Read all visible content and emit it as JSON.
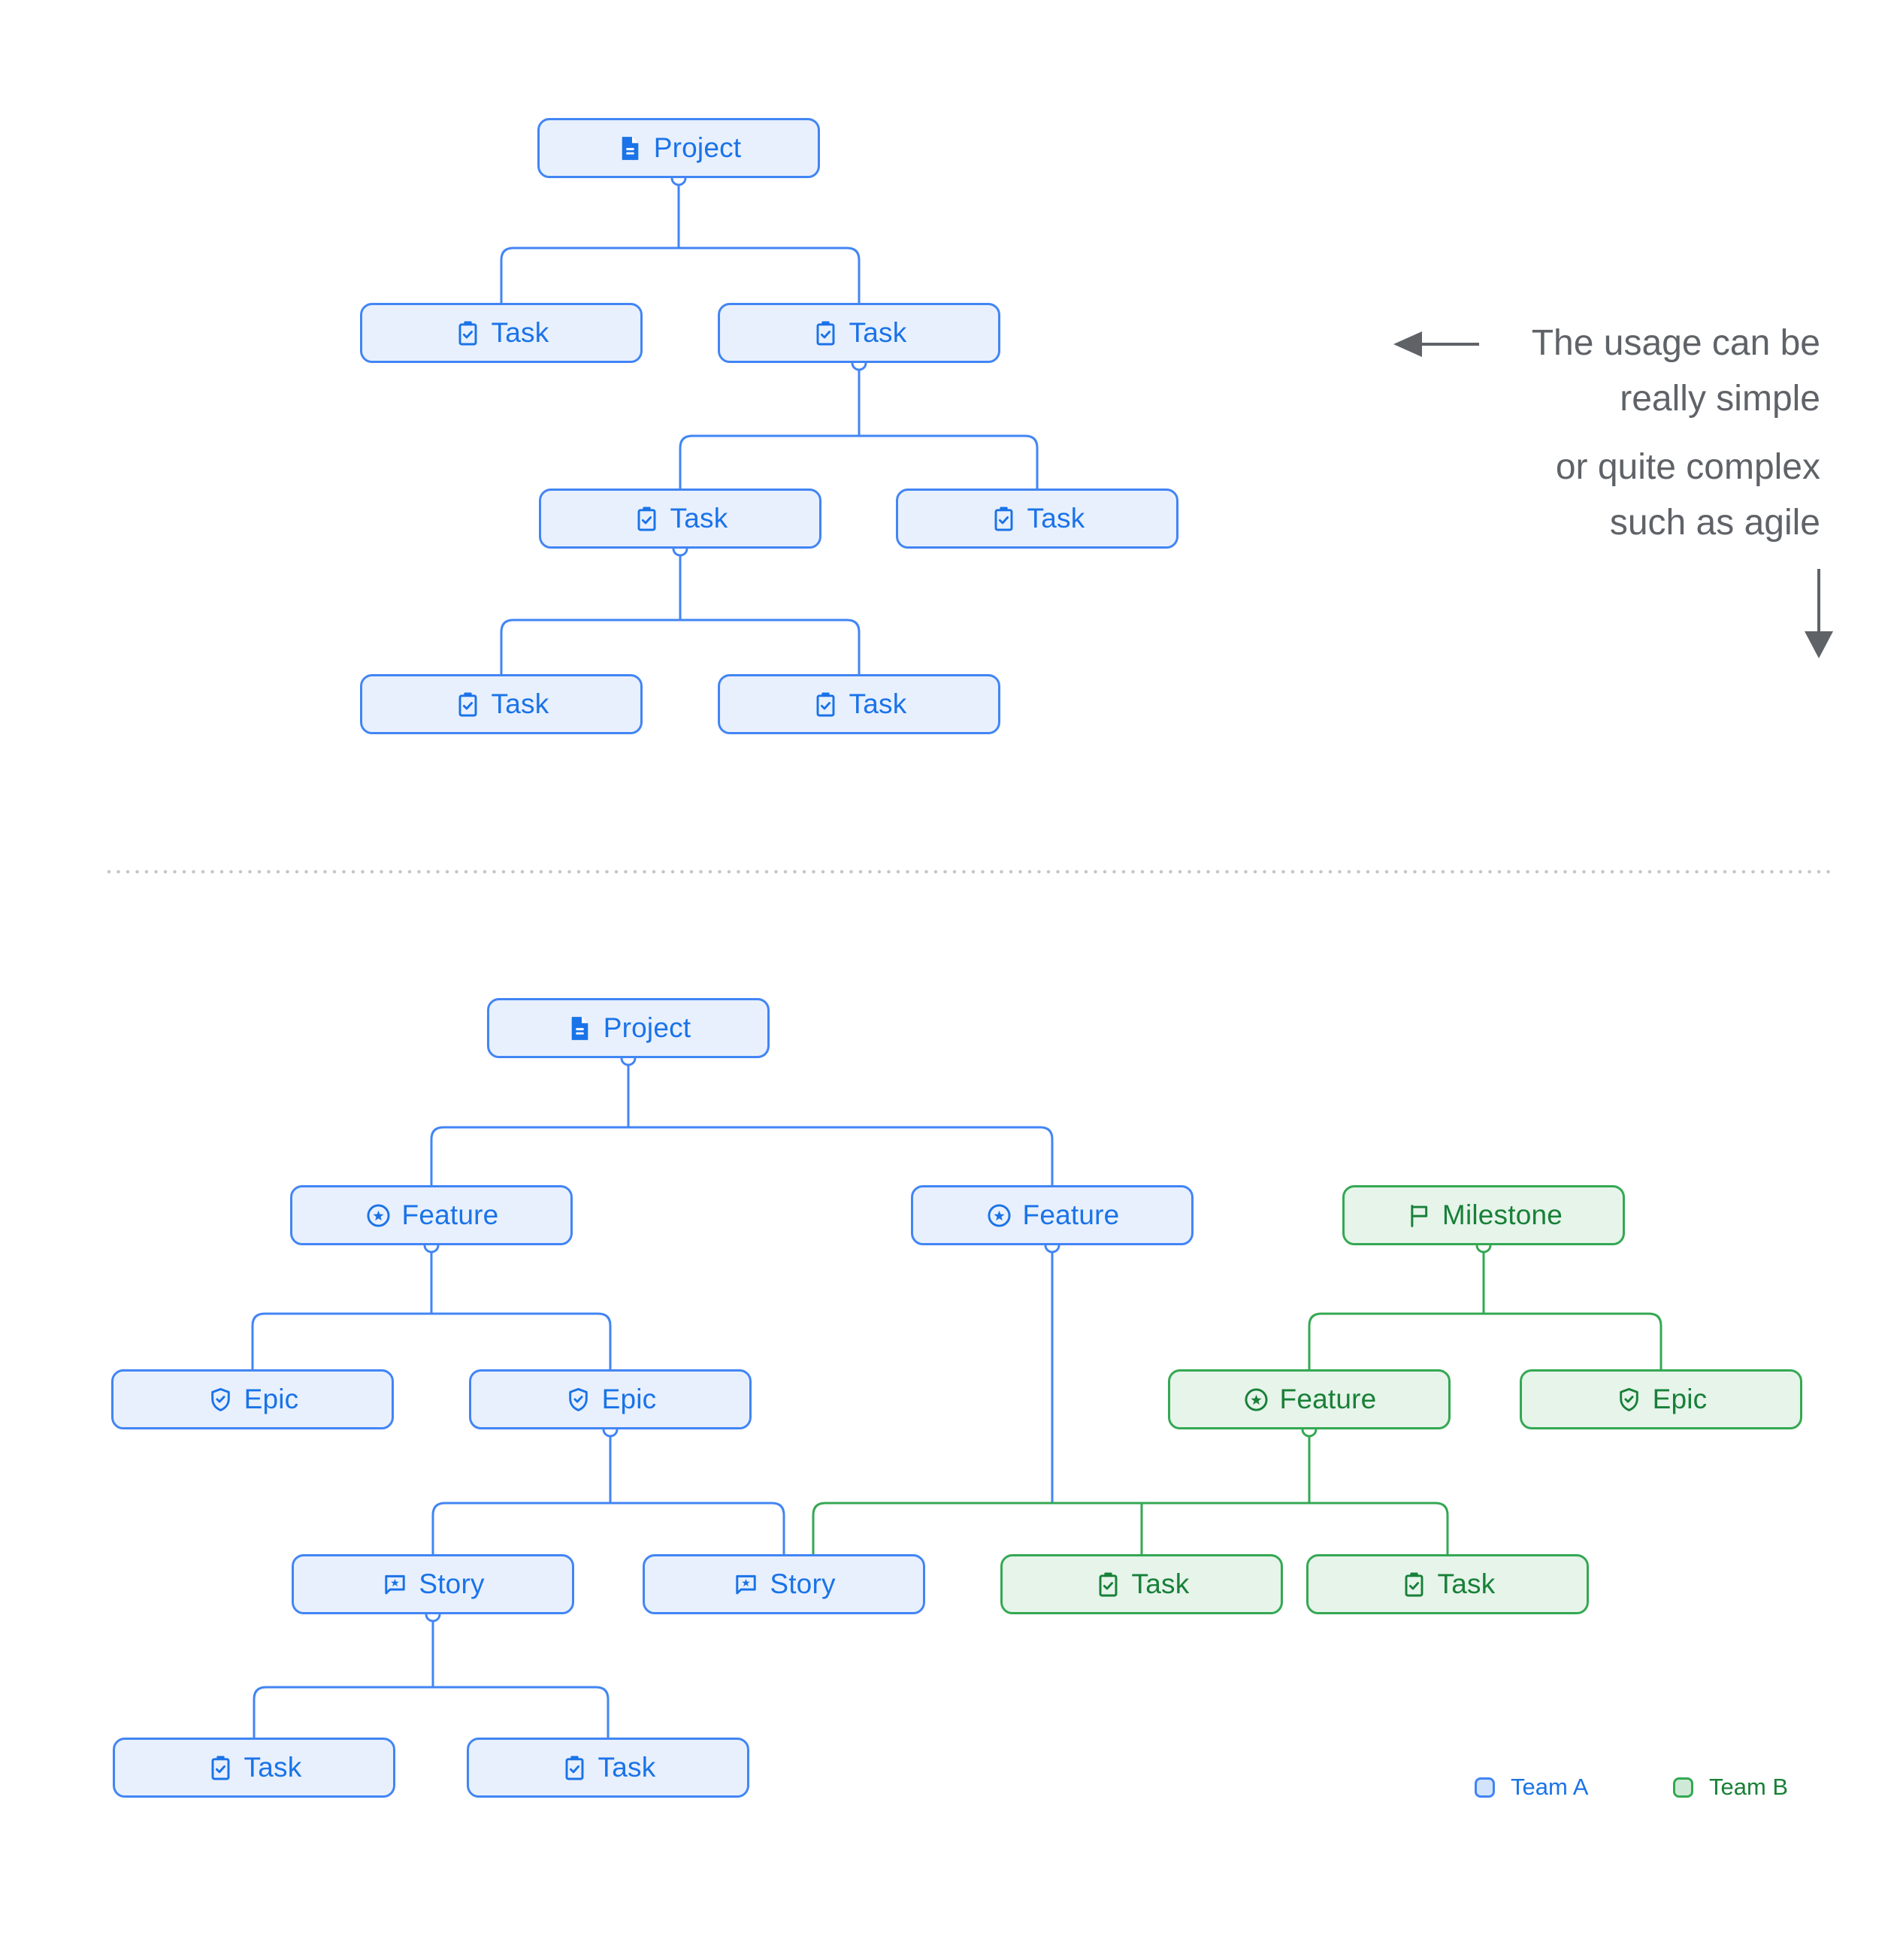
{
  "simple_tree": {
    "project_label": "Project",
    "task_labels": [
      "Task",
      "Task",
      "Task",
      "Task",
      "Task",
      "Task"
    ]
  },
  "complex_tree": {
    "project_label": "Project",
    "feature_labels_team_a": [
      "Feature",
      "Feature"
    ],
    "milestone_label": "Milestone",
    "epic_labels_team_a": [
      "Epic",
      "Epic"
    ],
    "feature_label_team_b": "Feature",
    "epic_label_team_b": "Epic",
    "story_labels": [
      "Story",
      "Story"
    ],
    "task_labels_team_b": [
      "Task",
      "Task"
    ],
    "task_labels_team_a": [
      "Task",
      "Task"
    ]
  },
  "annotation": {
    "para1_line1": "The usage can be",
    "para1_line2": "really simple",
    "para2_line1": "or quite complex",
    "para2_line2": "such as agile"
  },
  "legend": {
    "team_a": "Team A",
    "team_b": "Team B"
  },
  "icons": {
    "project": "document-icon",
    "task": "clipboard-check-icon",
    "feature": "star-circle-icon",
    "epic": "shield-check-icon",
    "story": "comment-star-icon",
    "milestone": "flag-icon"
  },
  "colors": {
    "team_a_border": "#4285f4",
    "team_a_fill": "#e8f0fe",
    "team_a_text": "#1a73e8",
    "team_b_border": "#34a853",
    "team_b_fill": "#e6f4ea",
    "team_b_text": "#188038",
    "annotation_text": "#5f6368",
    "divider": "#c3c7cc"
  }
}
